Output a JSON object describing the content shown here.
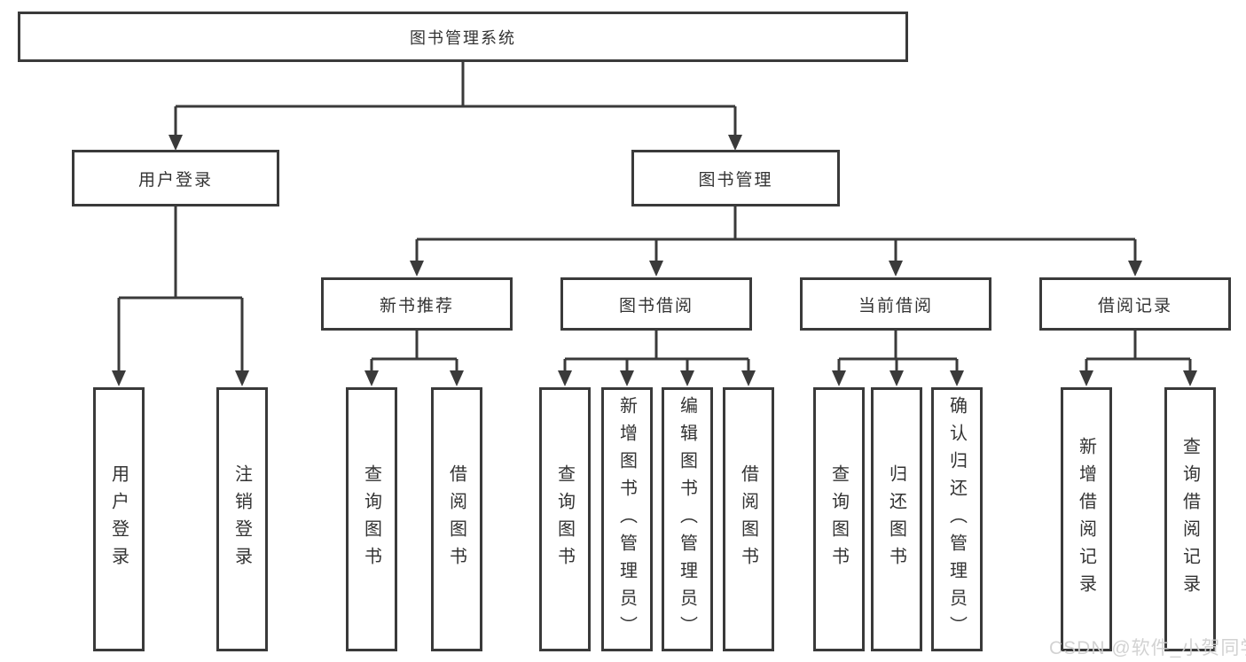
{
  "diagram": {
    "root": "图书管理系统",
    "login": {
      "label": "用户登录",
      "children": [
        "用户登录",
        "注销登录"
      ]
    },
    "management": {
      "label": "图书管理",
      "sections": [
        {
          "label": "新书推荐",
          "children": [
            "查询图书",
            "借阅图书"
          ]
        },
        {
          "label": "图书借阅",
          "children": [
            "查询图书",
            "新增图书（管理员）",
            "编辑图书（管理员）",
            "借阅图书"
          ]
        },
        {
          "label": "当前借阅",
          "children": [
            "查询图书",
            "归还图书",
            "确认归还（管理员）"
          ]
        },
        {
          "label": "借阅记录",
          "children": [
            "新增借阅记录",
            "查询借阅记录"
          ]
        }
      ]
    }
  },
  "watermark": {
    "text": "CSDN @软件_小贺同学"
  },
  "colors": {
    "line": "#3a3a3a",
    "text": "#333333",
    "watermark": "#cfcfcf",
    "background": "#ffffff"
  }
}
